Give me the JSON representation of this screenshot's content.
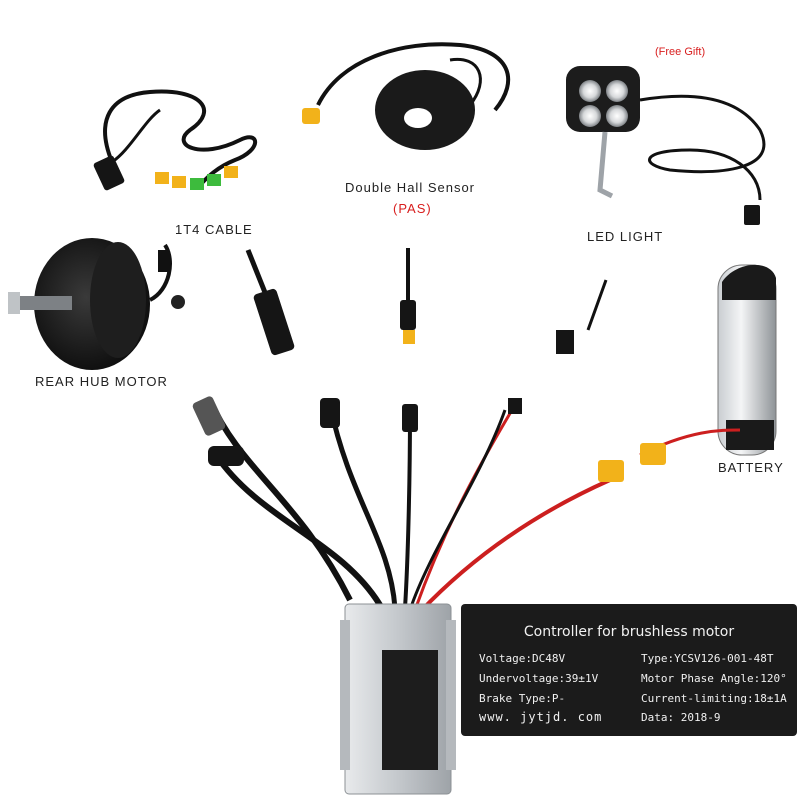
{
  "labels": {
    "cable": "1T4 CABLE",
    "pas_sensor": "Double Hall Sensor",
    "pas_abbrev": "(PAS)",
    "free_gift": "(Free Gift)",
    "led_light": "LED LIGHT",
    "hub_motor": "REAR  HUB MOTOR",
    "battery": "BATTERY"
  },
  "spec_panel": {
    "title": "Controller for brushless motor",
    "voltage": "Voltage:DC48V",
    "type": "Type:YCSV126-001-48T",
    "undervoltage": "Undervoltage:39±1V",
    "phase_angle": "Motor Phase Angle:120°",
    "brake_type": "Brake Type:P-",
    "current_limiting": "Current-limiting:18±1A",
    "website": "www. jytjd. com",
    "date": "Data: 2018-9"
  },
  "colors": {
    "wire_black": "#111111",
    "wire_red": "#cc1f1f",
    "connector_yellow": "#f2b21a",
    "connector_green": "#3dbb3d",
    "panel": "#1b1b1b",
    "controller_silver": "#cfd3d6",
    "label_red": "#d81e1e"
  }
}
